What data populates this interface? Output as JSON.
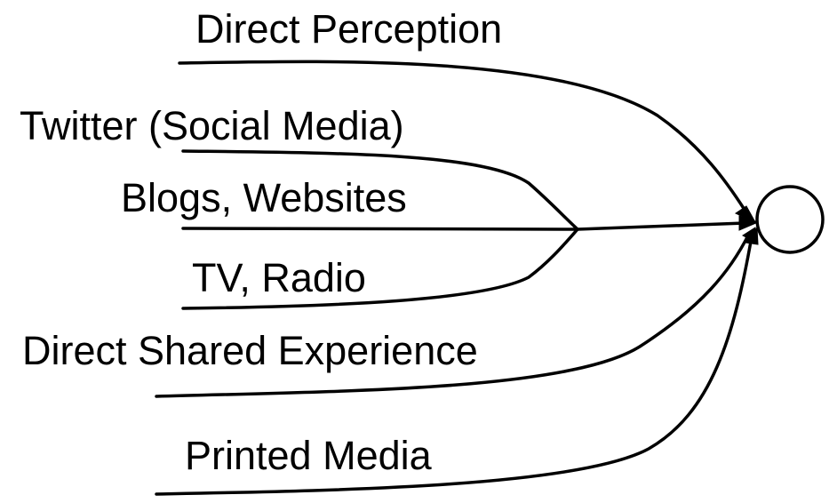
{
  "sources": [
    {
      "id": "direct-perception",
      "label": "Direct Perception"
    },
    {
      "id": "twitter",
      "label": "Twitter (Social Media)"
    },
    {
      "id": "blogs-websites",
      "label": "Blogs, Websites"
    },
    {
      "id": "tv-radio",
      "label": "TV, Radio"
    },
    {
      "id": "direct-shared-experience",
      "label": "Direct Shared Experience"
    },
    {
      "id": "printed-media",
      "label": "Printed Media"
    }
  ],
  "target": {
    "id": "target-node",
    "label": ""
  },
  "colors": {
    "stroke": "#000000",
    "background": "#ffffff"
  }
}
